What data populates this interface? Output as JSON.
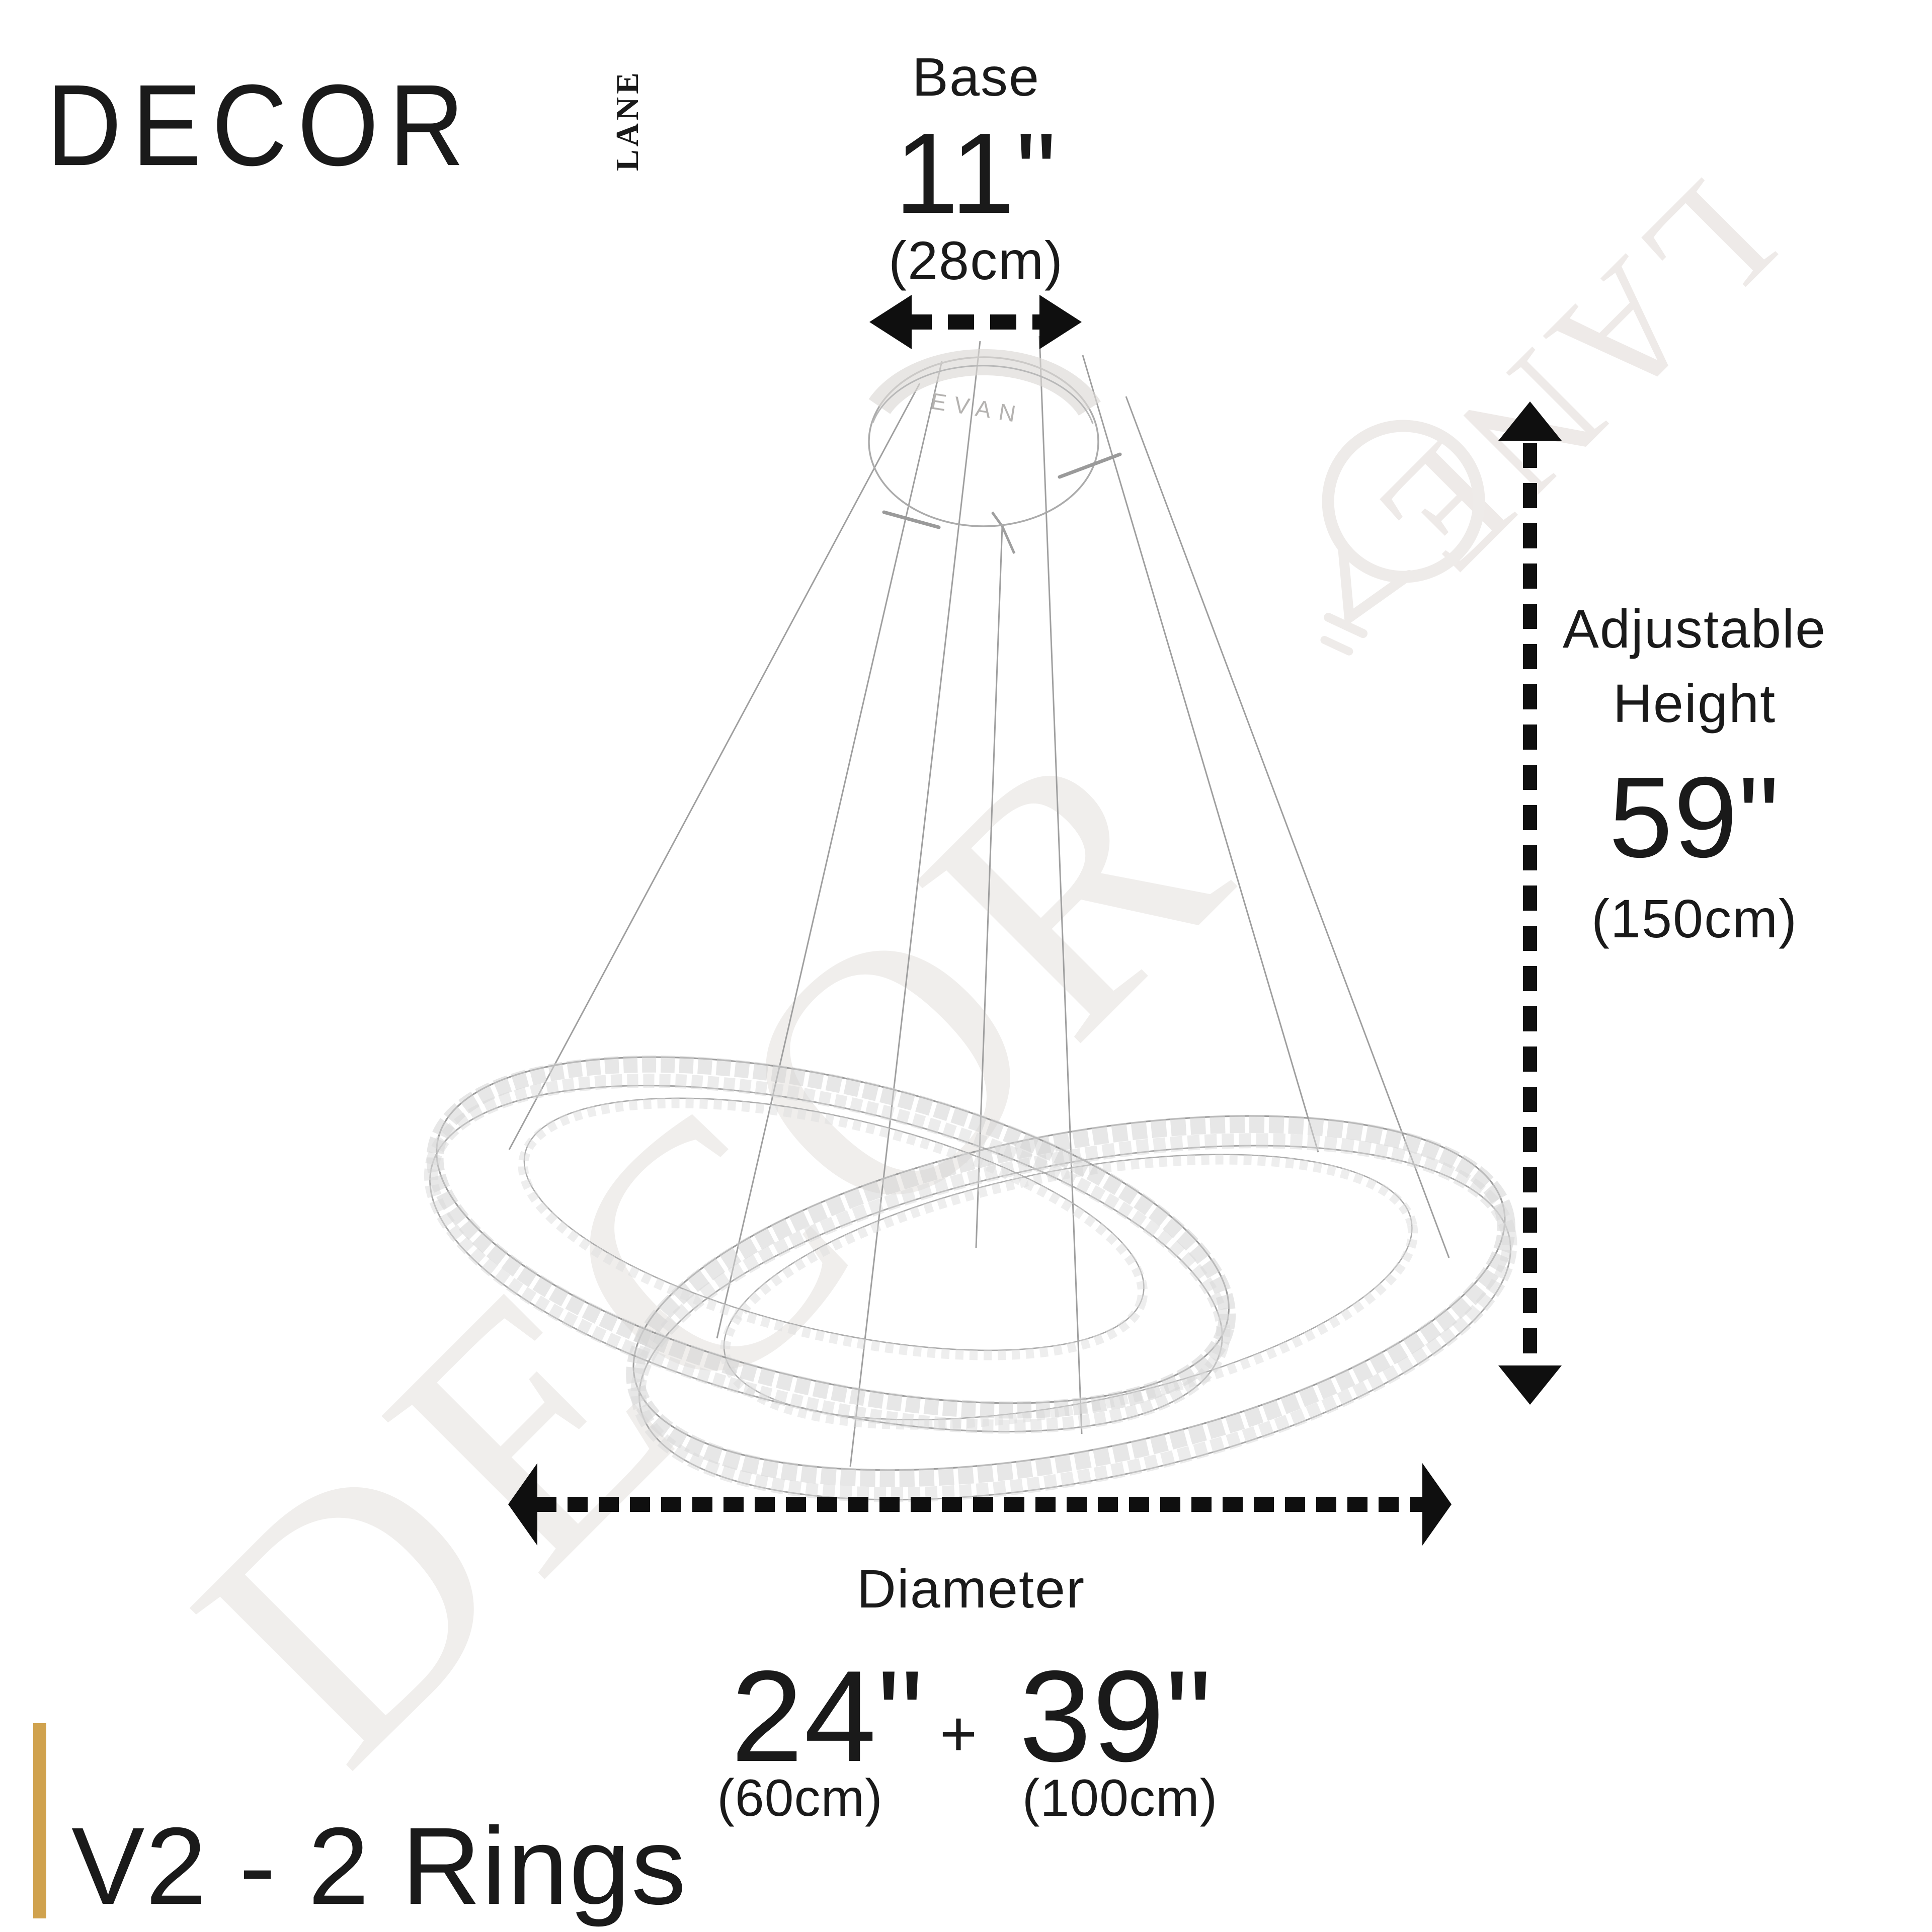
{
  "logo": {
    "brand": "DECOR",
    "sub": "LANE"
  },
  "watermark": {
    "word_primary": "DECOR",
    "word_secondary": "LANE"
  },
  "canopy": {
    "engraving": "EVAN"
  },
  "dimensions": {
    "base": {
      "label": "Base",
      "inches": "11\"",
      "cm": "(28cm)"
    },
    "height": {
      "label_line1": "Adjustable",
      "label_line2": "Height",
      "inches": "59\"",
      "cm": "(150cm)"
    },
    "diameter": {
      "label": "Diameter",
      "ring1_inches": "24\"",
      "plus": "+",
      "ring2_inches": "39\"",
      "ring1_cm": "(60cm)",
      "ring2_cm": "(100cm)"
    }
  },
  "variant": {
    "label": "V2 - 2 Rings"
  },
  "product": {
    "type": "crystal ring chandelier",
    "rings": 2
  },
  "colors": {
    "accent_bar": "#D0A24E",
    "text": "#1A1A1A",
    "sketch_stroke": "#A6A6A6",
    "watermark_tint": "#F0EEEC"
  }
}
